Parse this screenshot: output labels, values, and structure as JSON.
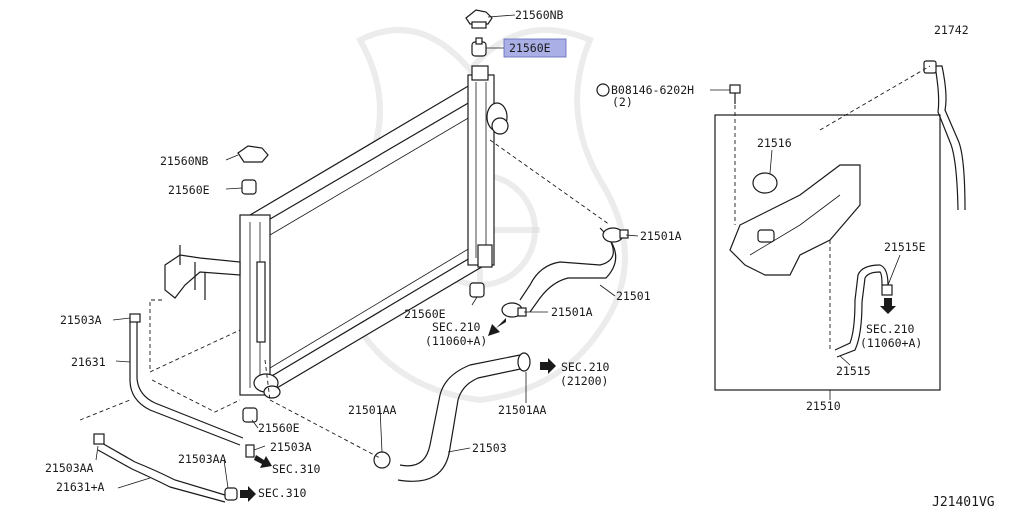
{
  "labels": {
    "p21560NB_top": "21560NB",
    "p21560E_top": "21560E",
    "p21742": "21742",
    "bolt": "B08146-6202H",
    "bolt_qty": "(2)",
    "p21516": "21516",
    "p21515E": "21515E",
    "sec210_res": "SEC.210",
    "sec210_res_sub": "(11060+A)",
    "p21515": "21515",
    "p21510": "21510",
    "p21560NB_left": "21560NB",
    "p21560E_left": "21560E",
    "p21501A_upper": "21501A",
    "p21501": "21501",
    "p21560E_mid": "21560E",
    "p21501A_lower": "21501A",
    "sec210_mid": "SEC.210",
    "sec210_mid_sub": "(11060+A)",
    "sec210_right": "SEC.210",
    "sec210_right_sub": "(21200)",
    "p21503A_left": "21503A",
    "p21631": "21631",
    "p21560E_bottom": "21560E",
    "p21501AA_left": "21501AA",
    "p21501AA_right": "21501AA",
    "p21503": "21503",
    "p21503A_bottom": "21503A",
    "sec310_a": "SEC.310",
    "p21503AA_left": "21503AA",
    "p21503AA_mid": "21503AA",
    "p21631A": "21631+A",
    "sec310_b": "SEC.310",
    "diagram_code": "J21401VG"
  },
  "colors": {
    "line": "#1a1a1a",
    "highlight_fill": "#aab0e6",
    "highlight_stroke": "#5f66b8",
    "watermark": "#dcdcdc"
  }
}
